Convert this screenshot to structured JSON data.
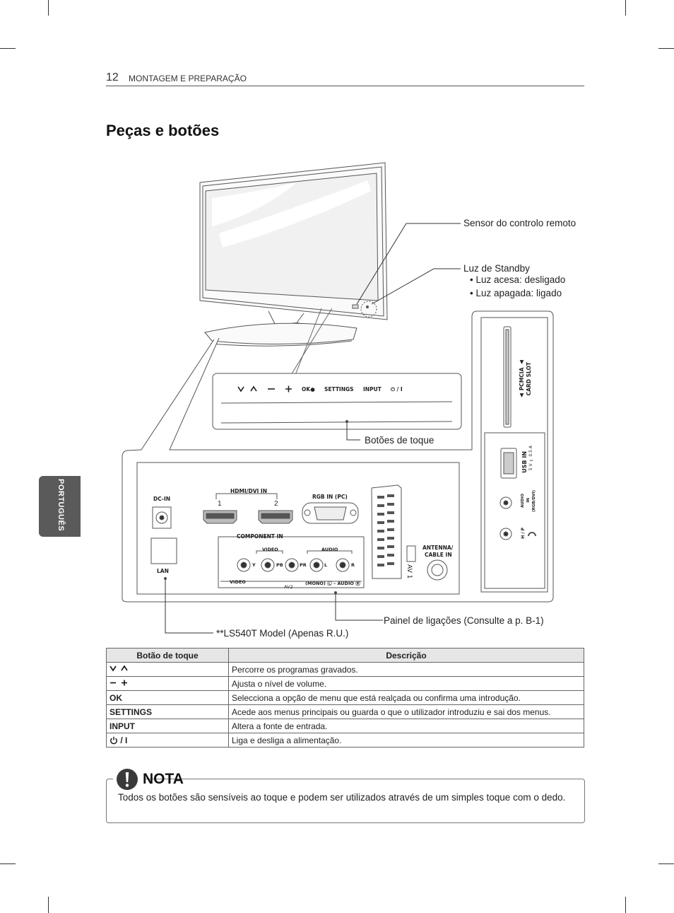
{
  "header": {
    "page_number": "12",
    "section": "MONTAGEM E PREPARAÇÃO"
  },
  "title": "Peças e botões",
  "side_tab": "PORTUGUÊS",
  "callouts": {
    "remote_sensor": "Sensor do controlo remoto",
    "standby_title": "Luz de Standby",
    "standby_on": "•  Luz acesa: desligado",
    "standby_off": "•  Luz apagada: ligado",
    "touch_buttons": "Botões de toque",
    "connection_panel": "Painel de ligações (Consulte a p. B-1)",
    "ls540t_note": "**LS540T Model (Apenas R.U.)"
  },
  "button_strip": {
    "ok": "OK●",
    "settings": "SETTINGS",
    "input": "INPUT",
    "power": "⏻ / I"
  },
  "ports": {
    "dc_in": "DC-IN",
    "lan": "LAN",
    "hdmi": "HDMI/DVI IN",
    "hdmi_1": "1",
    "hdmi_2": "2",
    "rgb": "RGB IN (PC)",
    "component": "COMPONENT IN",
    "video": "VIDEO",
    "audio": "AUDIO",
    "y": "Y",
    "pb": "PB",
    "pr": "PR",
    "l": "L",
    "r": "R",
    "video_bottom": "VIDEO",
    "mono_audio": "(MONO) Ⓛ – AUDIO Ⓡ",
    "av2": "AV2",
    "av1": "AV 1",
    "antenna_1": "ANTENNA/",
    "antenna_2": "CABLE IN",
    "pcmcia_1": "▲ PCMCIA ▲",
    "pcmcia_2": "CARD SLOT",
    "usb": "USB IN",
    "usb_rating": "5 V ⎓ 0.5 A",
    "audio_in_1": "AUDIO",
    "audio_in_2": "IN",
    "audio_in_3": "(RGB/DVI)",
    "headphone": "H / P"
  },
  "table": {
    "headers": [
      "Botão de toque",
      "Descrição"
    ],
    "rows": [
      [
        "",
        "Percorre os programas gravados."
      ],
      [
        "",
        "Ajusta o nível de volume."
      ],
      [
        "OK",
        "Selecciona a opção de menu que está realçada ou confirma uma introdução."
      ],
      [
        "SETTINGS",
        "Acede aos menus principais ou guarda o que o utilizador introduziu e sai dos menus."
      ],
      [
        "INPUT",
        "Altera a fonte de entrada."
      ],
      [
        "",
        "Liga e desliga a alimentação."
      ]
    ],
    "power_row_label": "/ I"
  },
  "note": {
    "title": "NOTA",
    "text": "Todos os botões são sensíveis ao toque e podem ser utilizados através de um simples toque com o dedo."
  }
}
